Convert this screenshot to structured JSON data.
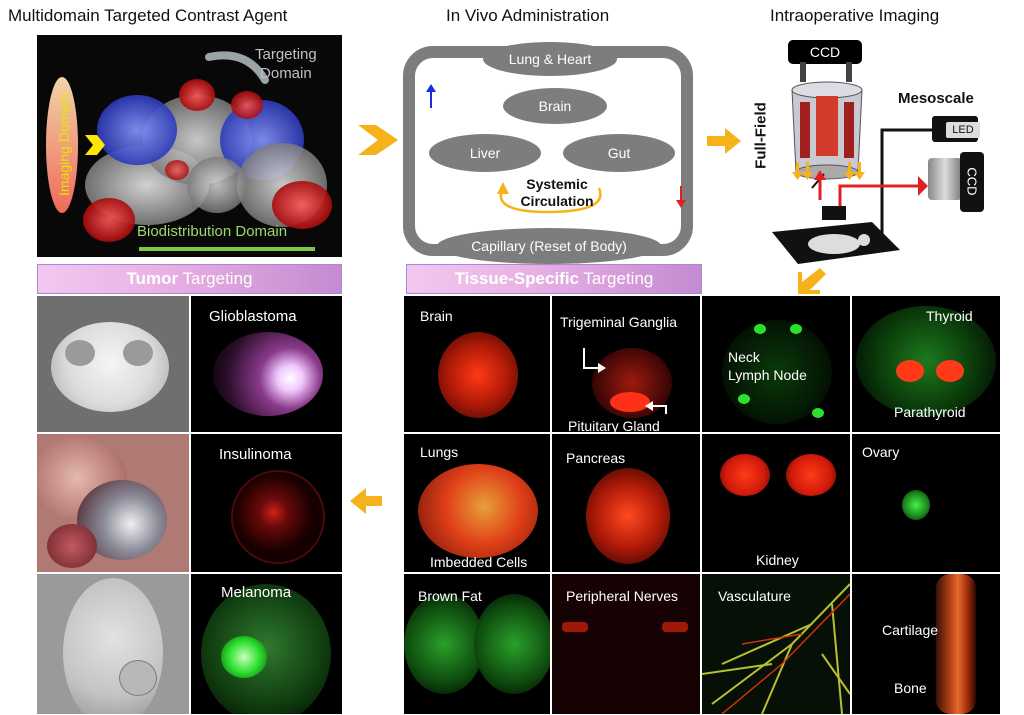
{
  "header": {
    "col1_title": "Multidomain Targeted Contrast Agent",
    "col2_title": "In Vivo Administration",
    "col3_title": "Intraoperative Imaging"
  },
  "agent": {
    "imaging_domain": "Imaging Domain",
    "targeting_domain_line1": "Targeting",
    "targeting_domain_line2": "Domain",
    "biodistribution_domain": "Biodistribution Domain"
  },
  "circulation": {
    "top": "Lung & Heart",
    "brain": "Brain",
    "liver": "Liver",
    "gut": "Gut",
    "systemic_line1": "Systemic",
    "systemic_line2": "Circulation",
    "bottom": "Capillary (Reset of Body)"
  },
  "imaging": {
    "ccd_top": "CCD",
    "full_field": "Full-Field",
    "mesoscale": "Mesoscale",
    "led": "LED",
    "ccd_side": "CCD"
  },
  "tumor": {
    "band_bold": "Tumor",
    "band_rest": " Targeting",
    "glioblastoma": "Glioblastoma",
    "insulinoma": "Insulinoma",
    "melanoma": "Melanoma"
  },
  "tissue": {
    "band_bold": "Tissue-Specific",
    "band_rest": " Targeting",
    "brain": "Brain",
    "trigeminal": "Trigeminal Ganglia",
    "pituitary": "Pituitary Gland",
    "neck_line1": "Neck",
    "neck_line2": "Lymph Node",
    "thyroid": "Thyroid",
    "parathyroid": "Parathyroid",
    "lungs": "Lungs",
    "imbedded": "Imbedded Cells",
    "pancreas": "Pancreas",
    "kidney": "Kidney",
    "ovary": "Ovary",
    "brown_fat": "Brown Fat",
    "peripheral_nerves": "Peripheral Nerves",
    "vasculature": "Vasculature",
    "cartilage": "Cartilage",
    "bone": "Bone"
  },
  "colors": {
    "arrow_orange": "#f5b21b",
    "band_pink": "#e9b2e4",
    "fluor_red": "#ff2a10",
    "fluor_green": "#22e022"
  }
}
